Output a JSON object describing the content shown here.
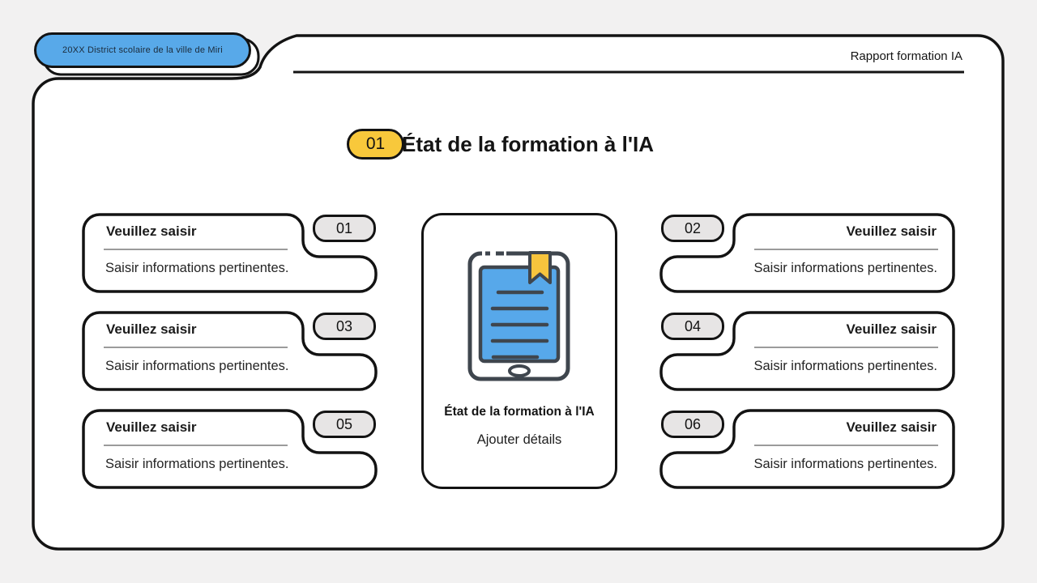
{
  "brand_badge": {
    "label": "20XX District scolaire de la ville de Miri"
  },
  "header": {
    "title": "Rapport formation IA"
  },
  "section_title": {
    "number": "01",
    "text": "État de la formation à l'IA"
  },
  "center_card": {
    "icon": "tablet-book-icon",
    "title": "État de la formation à l'IA",
    "subtitle": "Ajouter détails"
  },
  "cards": [
    {
      "number": "01",
      "side": "left",
      "title": "Veuillez saisir",
      "body": "Saisir informations pertinentes."
    },
    {
      "number": "02",
      "side": "right",
      "title": "Veuillez saisir",
      "body": "Saisir informations pertinentes."
    },
    {
      "number": "03",
      "side": "left",
      "title": "Veuillez saisir",
      "body": "Saisir informations pertinentes."
    },
    {
      "number": "04",
      "side": "right",
      "title": "Veuillez saisir",
      "body": "Saisir informations pertinentes."
    },
    {
      "number": "05",
      "side": "left",
      "title": "Veuillez saisir",
      "body": "Saisir informations pertinentes."
    },
    {
      "number": "06",
      "side": "right",
      "title": "Veuillez saisir",
      "body": "Saisir informations pertinentes."
    }
  ],
  "colors": {
    "bg": "#f2f1f1",
    "panel": "#ffffff",
    "ink": "#131313",
    "blue": "#58a9e9",
    "yellow": "#f8c83b",
    "badge_gray": "#e7e5e5",
    "icon_stroke": "#3f464e",
    "separator": "#9b9b9b",
    "pill_text": "#1b2b3b"
  }
}
